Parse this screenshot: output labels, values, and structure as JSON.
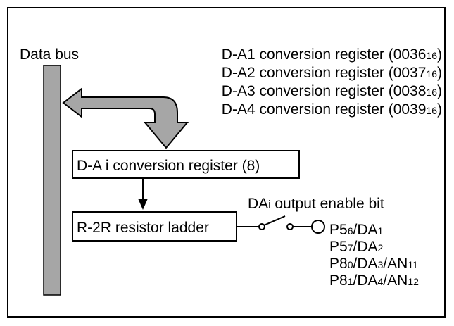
{
  "data_bus_label": "Data bus",
  "registers": [
    {
      "text": "D-A1 conversion register (0036",
      "sub": "16",
      "close": ")"
    },
    {
      "text": "D-A2 conversion register (0037",
      "sub": "16",
      "close": ")"
    },
    {
      "text": "D-A3 conversion register (0038",
      "sub": "16",
      "close": ")"
    },
    {
      "text": "D-A4 conversion register (0039",
      "sub": "16",
      "close": ")"
    }
  ],
  "da_register_box": "D-A i conversion register (8)",
  "resistor_ladder_box": "R-2R resistor ladder",
  "output_enable": {
    "pre": "DA",
    "i": "i",
    "post": " output enable bit"
  },
  "pins": [
    [
      {
        "t": "P5"
      },
      {
        "s": "6"
      },
      {
        "t": "/DA"
      },
      {
        "s": "1"
      }
    ],
    [
      {
        "t": "P5"
      },
      {
        "s": "7"
      },
      {
        "t": "/DA"
      },
      {
        "s": "2"
      }
    ],
    [
      {
        "t": "P8"
      },
      {
        "s": "0"
      },
      {
        "t": "/DA"
      },
      {
        "s": "3"
      },
      {
        "t": "/AN"
      },
      {
        "s": "11"
      }
    ],
    [
      {
        "t": "P8"
      },
      {
        "s": "1"
      },
      {
        "t": "/DA"
      },
      {
        "s": "4"
      },
      {
        "t": "/AN"
      },
      {
        "s": "12"
      }
    ]
  ],
  "colors": {
    "bus": "#a6a6a6",
    "line": "#000000"
  }
}
